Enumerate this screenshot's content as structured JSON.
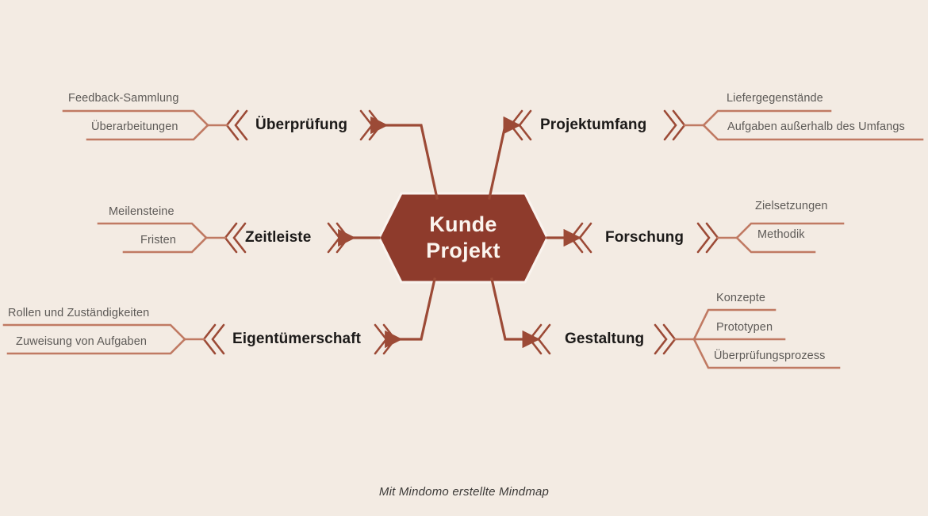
{
  "colors": {
    "background": "#f3ebe3",
    "node_fill": "#8e3b2c",
    "node_text": "#fbf4ee",
    "connector": "#9c4a36",
    "sub_connector": "#c07a63",
    "branch_label": "#1c1a19",
    "sub_label": "#5d5a57",
    "footer_text": "#3c3a38"
  },
  "central_node": {
    "line1": "Kunde",
    "line2": "Projekt"
  },
  "branches": [
    {
      "id": "ueberpruefung",
      "label": "Überprüfung",
      "side": "left",
      "children": [
        {
          "label": "Feedback-Sammlung"
        },
        {
          "label": "Überarbeitungen"
        }
      ]
    },
    {
      "id": "projektumfang",
      "label": "Projektumfang",
      "side": "right",
      "children": [
        {
          "label": "Liefergegenstände"
        },
        {
          "label": "Aufgaben außerhalb des Umfangs"
        }
      ]
    },
    {
      "id": "zeitleiste",
      "label": "Zeitleiste",
      "side": "left",
      "children": [
        {
          "label": "Meilensteine"
        },
        {
          "label": "Fristen"
        }
      ]
    },
    {
      "id": "forschung",
      "label": "Forschung",
      "side": "right",
      "children": [
        {
          "label": "Zielsetzungen"
        },
        {
          "label": "Methodik"
        }
      ]
    },
    {
      "id": "eigentuemerschaft",
      "label": "Eigentümerschaft",
      "side": "left",
      "children": [
        {
          "label": "Rollen und Zuständigkeiten"
        },
        {
          "label": "Zuweisung von Aufgaben"
        }
      ]
    },
    {
      "id": "gestaltung",
      "label": "Gestaltung",
      "side": "right",
      "children": [
        {
          "label": "Konzepte"
        },
        {
          "label": "Prototypen"
        },
        {
          "label": "Überprüfungsprozess"
        }
      ]
    }
  ],
  "footer": {
    "note": "Mit Mindomo erstellte Mindmap"
  }
}
